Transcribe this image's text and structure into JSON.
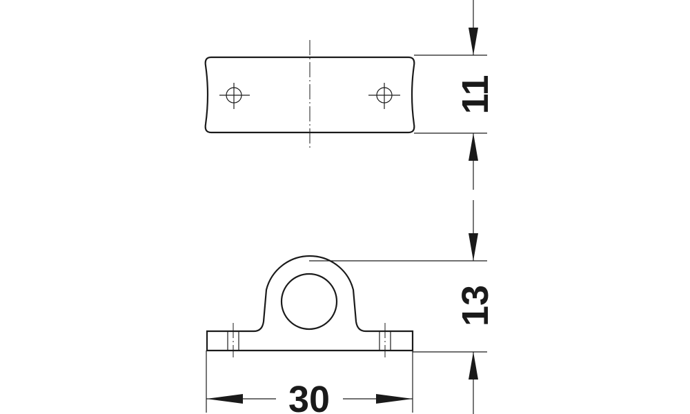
{
  "diagram": {
    "dimensions": {
      "width": "30",
      "top_view_height": "11",
      "side_view_height": "13"
    },
    "colors": {
      "line": "#1a1a1a",
      "background": "#ffffff"
    }
  }
}
